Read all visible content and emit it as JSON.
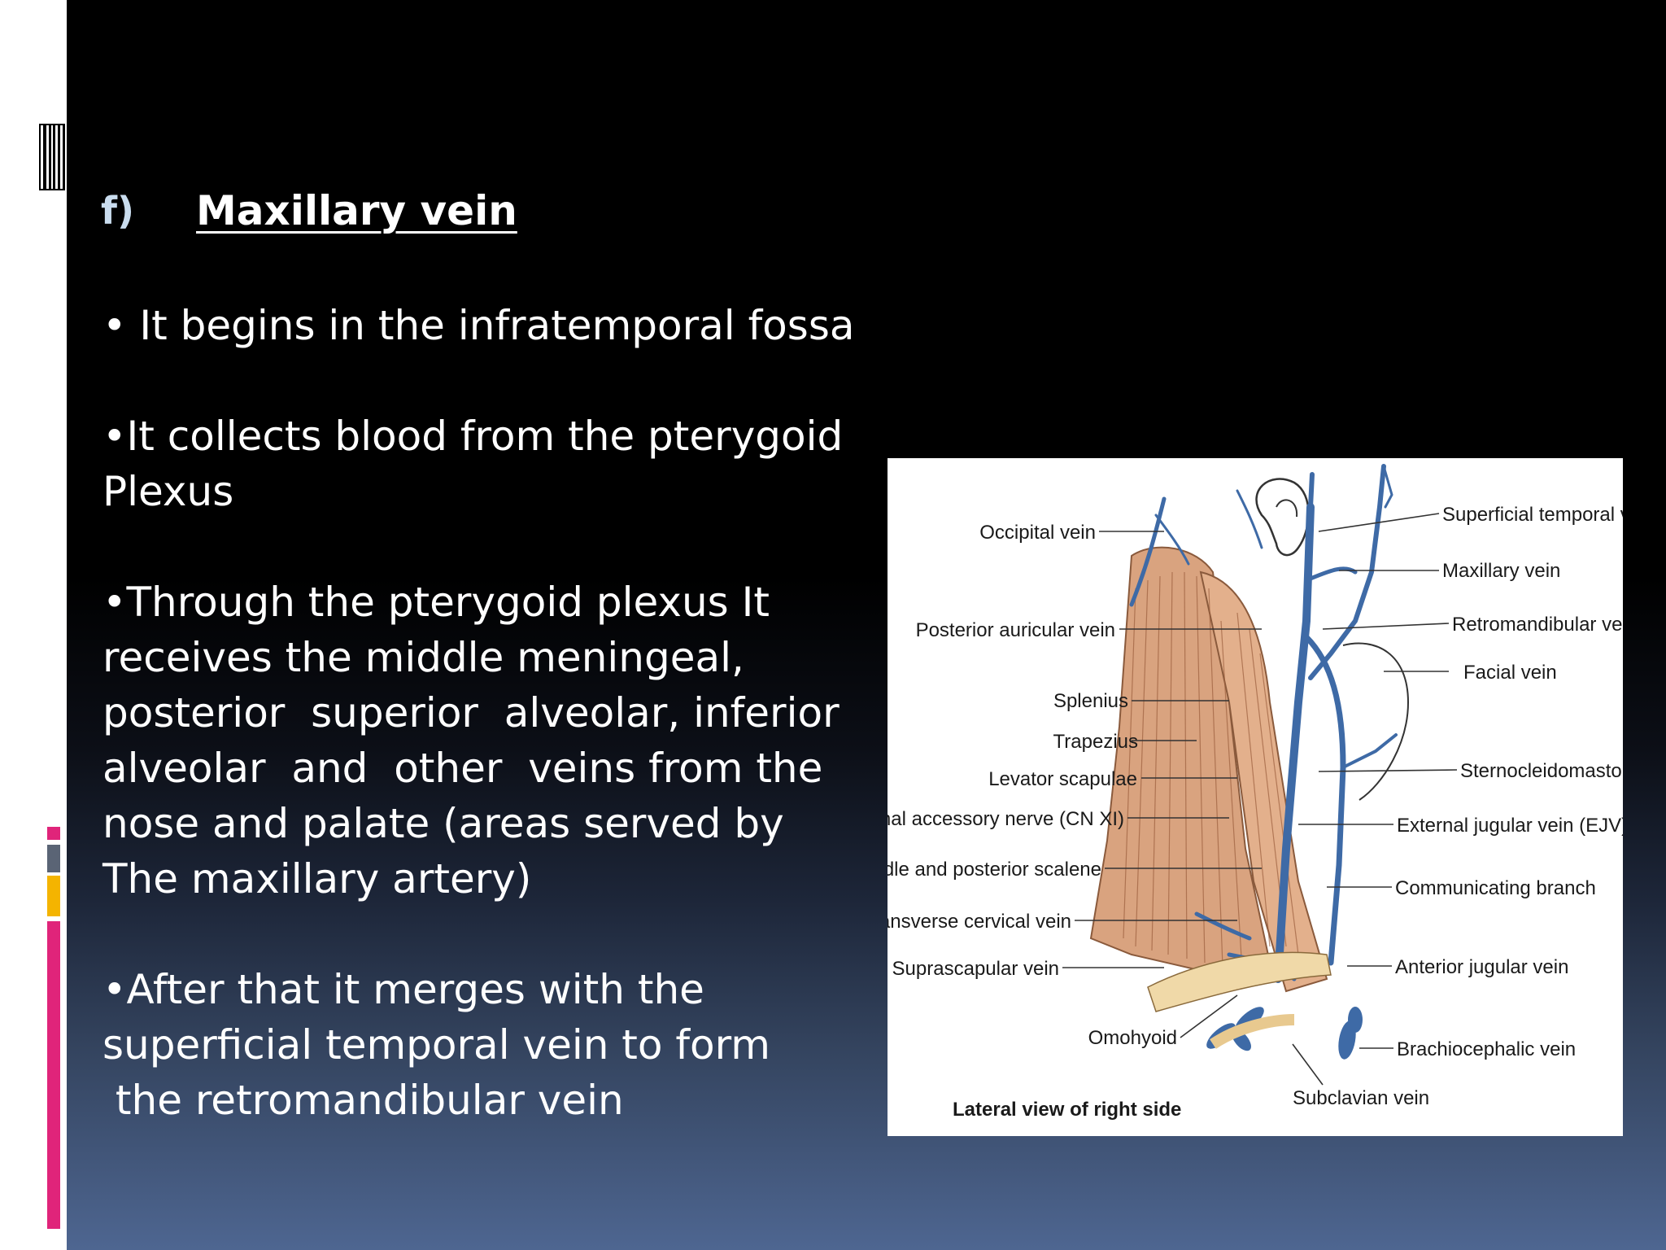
{
  "slide": {
    "bullet_letter": "f)",
    "title": "Maxillary  vein",
    "paragraphs": [
      "• It begins in the infratemporal fossa",
      "•It collects blood from the pterygoid\nPlexus",
      "•Through the pterygoid plexus It\nreceives the middle meningeal,\nposterior  superior  alveolar, inferior\nalveolar  and  other  veins from the\nnose and palate (areas served by\nThe maxillary artery)",
      "•After that it merges with the\nsuperficial temporal vein to form\n the retromandibular vein"
    ]
  },
  "figure": {
    "caption": "Lateral view of right side",
    "labels_left": [
      "Occipital vein",
      "Posterior auricular vein",
      "Splenius",
      "Trapezius",
      "Levator scapulae",
      "Spinal accessory nerve (CN XI)",
      "Middle and posterior scalene",
      "Transverse cervical vein",
      "Suprascapular vein",
      "Omohyoid"
    ],
    "labels_right": [
      "Superficial temporal vein",
      "Maxillary vein",
      "Retromandibular vein",
      "Facial vein",
      "Sternocleidomastoid",
      "External jugular vein (EJV)",
      "Communicating branch",
      "Anterior jugular vein",
      "Brachiocephalic vein"
    ],
    "label_bottom": "Subclavian vein"
  },
  "colors": {
    "accent_pink": "#e0247a",
    "accent_yellow": "#f4b400",
    "accent_grey": "#5a6475",
    "vein_blue": "#3e6aa6",
    "muscle": "#d9a37f"
  }
}
